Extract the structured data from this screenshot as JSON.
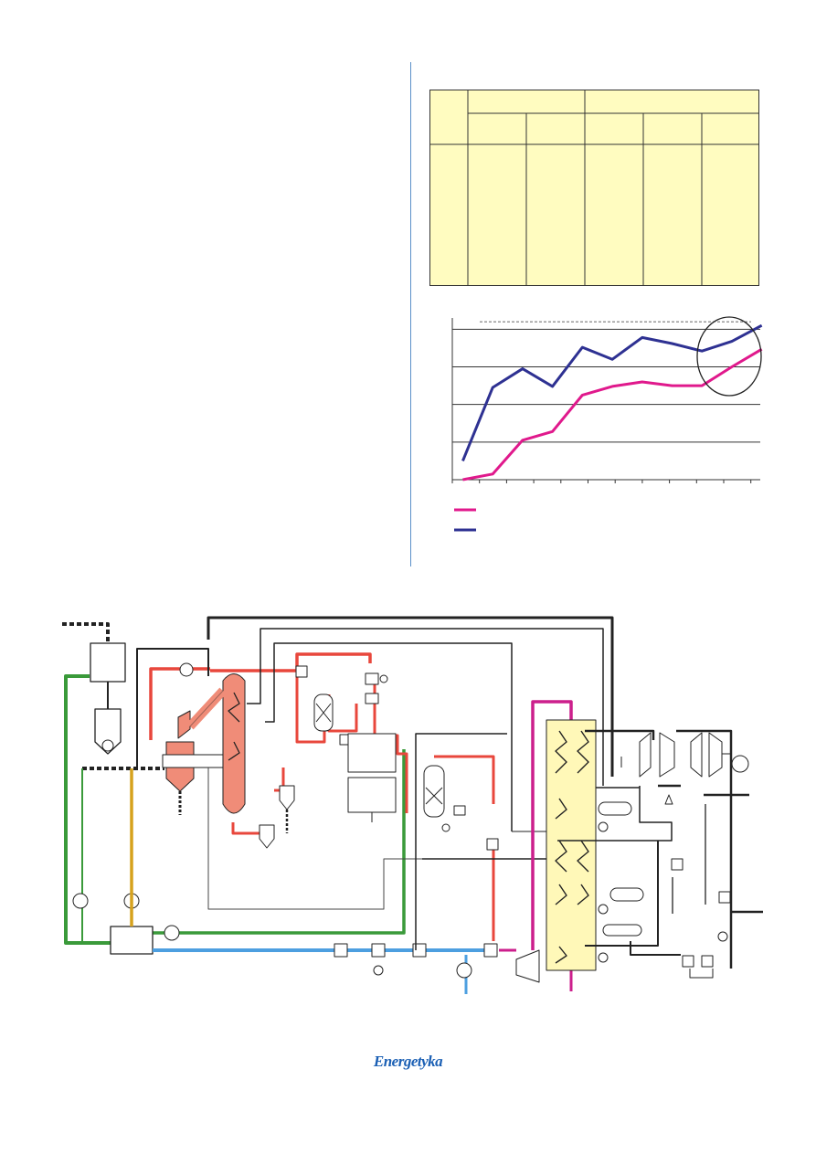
{
  "page": {
    "background": "#ffffff",
    "divider_color": "#5b8fc8"
  },
  "table": {
    "background": "#fffcc0",
    "header_groups": [
      "",
      ""
    ],
    "columns": [
      "",
      "",
      "",
      "",
      ""
    ],
    "rows": []
  },
  "chart_data": {
    "type": "line",
    "title": "",
    "xlabel": "",
    "ylabel": "",
    "x": [
      0,
      1,
      2,
      3,
      4,
      5,
      6,
      7,
      8,
      9,
      10
    ],
    "ylim": [
      0,
      4.3
    ],
    "grid": true,
    "reference_line": 4.2,
    "series": [
      {
        "color": "#e0198c",
        "values": [
          0.0,
          0.15,
          1.05,
          1.28,
          2.25,
          2.48,
          2.6,
          2.5,
          2.5,
          3.0,
          3.47
        ]
      },
      {
        "color": "#2e3192",
        "values": [
          0.5,
          2.45,
          2.95,
          2.48,
          3.52,
          3.2,
          3.78,
          3.62,
          3.42,
          3.68,
          4.1
        ]
      }
    ],
    "legend": {
      "placement": "bottom-left",
      "entries": [
        "",
        ""
      ]
    },
    "highlight": "ellipse-around-last-points"
  },
  "diagram": {
    "colors": {
      "steam": "#e8473c",
      "water": "#4d9fe0",
      "fuel": "#3a9a3a",
      "ash": "#d6a21e",
      "gas": "#cc1f8c",
      "vessel": "#f08c78",
      "hrsg": "#fff8b8"
    }
  },
  "footer": {
    "logo_text": "Energetyka"
  }
}
